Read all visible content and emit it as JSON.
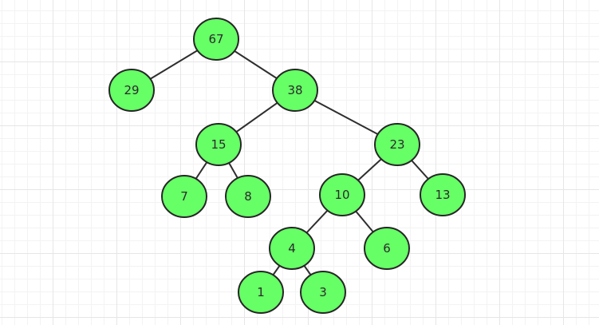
{
  "colors": {
    "node_fill": "#66ff66",
    "node_stroke": "#262626",
    "edge": "#2e2e2e"
  },
  "tree": {
    "nodes": [
      {
        "id": "n67",
        "label": "67"
      },
      {
        "id": "n29",
        "label": "29"
      },
      {
        "id": "n38",
        "label": "38"
      },
      {
        "id": "n15",
        "label": "15"
      },
      {
        "id": "n23",
        "label": "23"
      },
      {
        "id": "n7",
        "label": "7"
      },
      {
        "id": "n8",
        "label": "8"
      },
      {
        "id": "n10",
        "label": "10"
      },
      {
        "id": "n13",
        "label": "13"
      },
      {
        "id": "n4",
        "label": "4"
      },
      {
        "id": "n6",
        "label": "6"
      },
      {
        "id": "n1",
        "label": "1"
      },
      {
        "id": "n3",
        "label": "3"
      }
    ],
    "edges": [
      [
        "n67",
        "n29"
      ],
      [
        "n67",
        "n38"
      ],
      [
        "n38",
        "n15"
      ],
      [
        "n38",
        "n23"
      ],
      [
        "n15",
        "n7"
      ],
      [
        "n15",
        "n8"
      ],
      [
        "n23",
        "n10"
      ],
      [
        "n23",
        "n13"
      ],
      [
        "n10",
        "n4"
      ],
      [
        "n10",
        "n6"
      ],
      [
        "n4",
        "n1"
      ],
      [
        "n4",
        "n3"
      ]
    ]
  }
}
